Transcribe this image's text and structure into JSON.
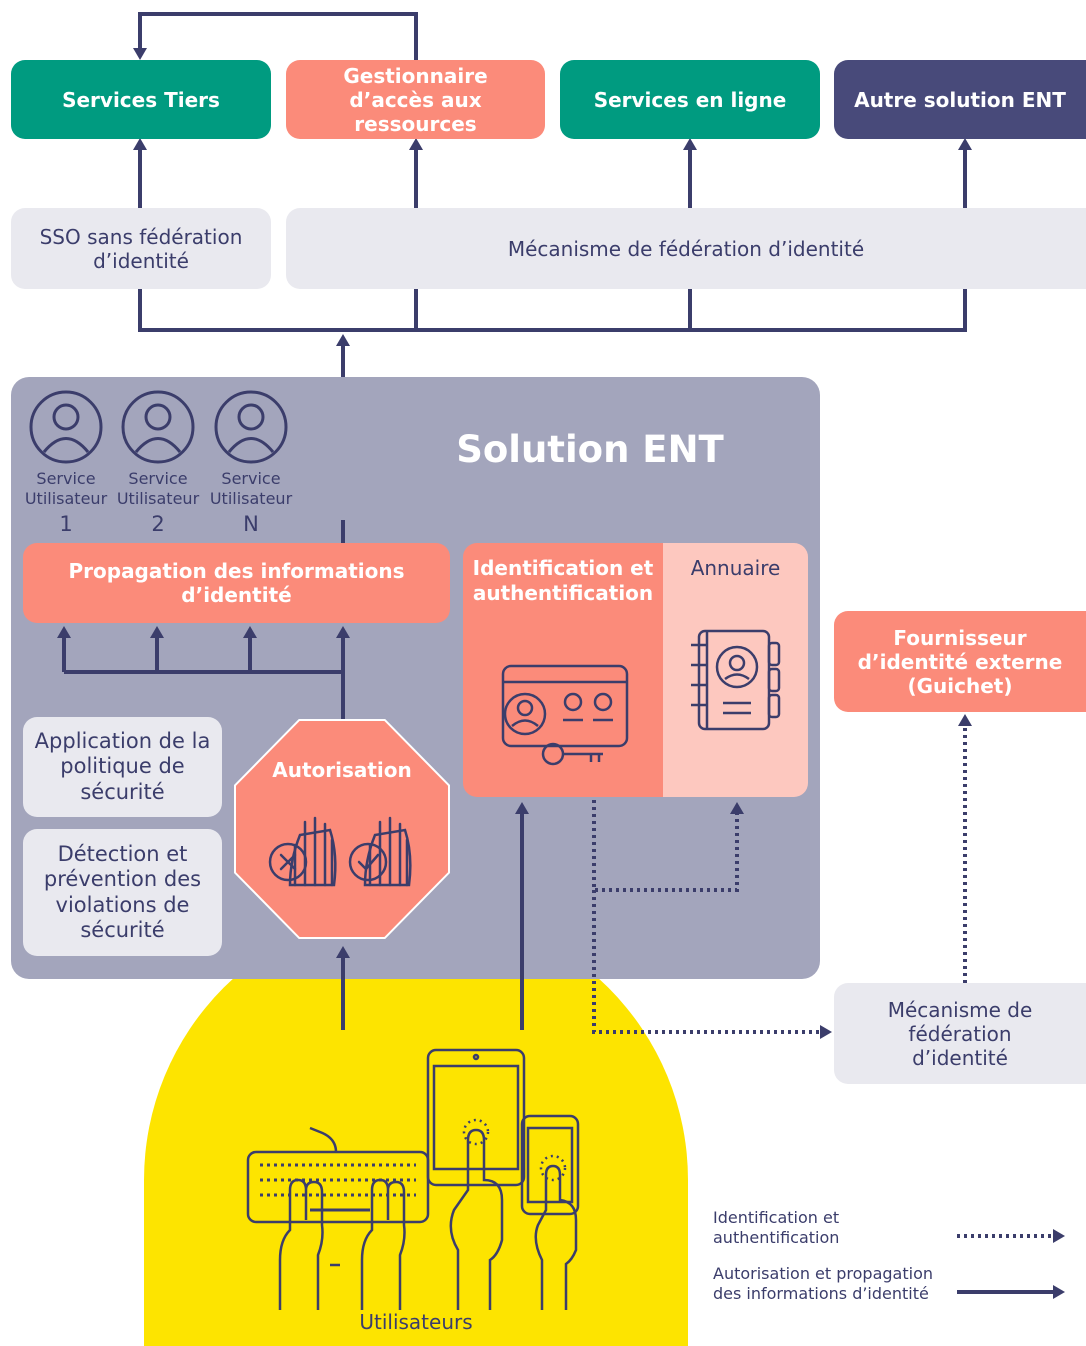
{
  "top_row": {
    "services_tiers": "Services Tiers",
    "gestionnaire": "Gestionnaire d’accès aux ressources",
    "services_en_ligne": "Services en ligne",
    "autre_solution": "Autre solution ENT"
  },
  "middle_row": {
    "sso": "SSO sans fédération d’identité",
    "mecanisme": "Mécanisme de fédération d’identité"
  },
  "ent": {
    "title": "Solution ENT",
    "services": [
      {
        "label": "Service Utilisateur",
        "num": "1"
      },
      {
        "label": "Service Utilisateur",
        "num": "2"
      },
      {
        "label": "Service Utilisateur",
        "num": "N"
      }
    ],
    "propagation": "Propagation des informations d’identité",
    "identification": "Identification et authentification",
    "annuaire": "Annuaire",
    "application": "Application de la politique de sécurité",
    "detection": "Détection et prévention des violations de sécurité",
    "autorisation": "Autorisation"
  },
  "external": {
    "fournisseur": "Fournisseur d’identité externe (Guichet)",
    "mecanisme": "Mécanisme de fédération d’identité"
  },
  "users": {
    "label": "Utilisateurs"
  },
  "legend": {
    "dotted": "Identification et authentification",
    "solid": "Autorisation et propagation des informations d’identité"
  },
  "colors": {
    "navy": "#3b3d6b",
    "green": "#009b80",
    "salmon": "#fb8b7a",
    "panel": "#a3a5bc",
    "yellow": "#fde400"
  }
}
